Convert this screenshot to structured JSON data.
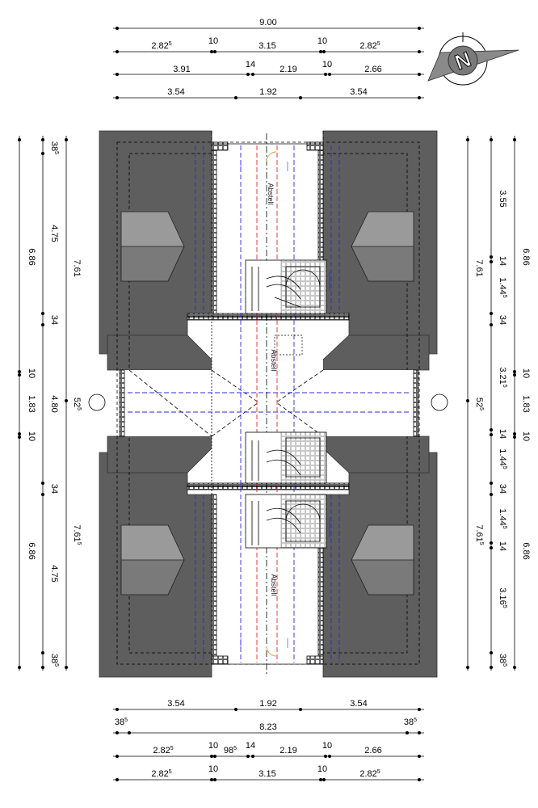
{
  "top_dims": {
    "row1": [
      "9.00"
    ],
    "row2": [
      {
        "v": "2.82",
        "s": "5"
      },
      {
        "v": "10",
        "s": ""
      },
      {
        "v": "3.15",
        "s": ""
      },
      {
        "v": "10",
        "s": ""
      },
      {
        "v": "2.82",
        "s": "5"
      }
    ],
    "row3": [
      {
        "v": "3.91",
        "s": ""
      },
      {
        "v": "14",
        "s": ""
      },
      {
        "v": "2.19",
        "s": ""
      },
      {
        "v": "10",
        "s": ""
      },
      {
        "v": "2.66",
        "s": ""
      }
    ],
    "row4": [
      {
        "v": "3.54",
        "s": ""
      },
      {
        "v": "1.92",
        "s": ""
      },
      {
        "v": "3.54",
        "s": ""
      }
    ]
  },
  "bottom_dims": {
    "row1": [
      {
        "v": "3.54",
        "s": ""
      },
      {
        "v": "1.92",
        "s": ""
      },
      {
        "v": "3.54",
        "s": ""
      }
    ],
    "row2": [
      {
        "v": "38",
        "s": "5"
      },
      {
        "v": "8.23",
        "s": ""
      },
      {
        "v": "38",
        "s": "5"
      }
    ],
    "row3": [
      {
        "v": "2.82",
        "s": "5"
      },
      {
        "v": "10",
        "s": ""
      },
      {
        "v": "98",
        "s": "5"
      },
      {
        "v": "14",
        "s": ""
      },
      {
        "v": "2.19",
        "s": ""
      },
      {
        "v": "10",
        "s": ""
      },
      {
        "v": "2.66",
        "s": ""
      }
    ],
    "row4": [
      {
        "v": "2.82",
        "s": "5"
      },
      {
        "v": "10",
        "s": ""
      },
      {
        "v": "3.15",
        "s": ""
      },
      {
        "v": "10",
        "s": ""
      },
      {
        "v": "2.82",
        "s": "5"
      }
    ]
  },
  "left_dims": {
    "outer": [
      {
        "v": "6.86",
        "s": ""
      },
      {
        "v": "10",
        "s": ""
      },
      {
        "v": "1.83",
        "s": ""
      },
      {
        "v": "10",
        "s": ""
      },
      {
        "v": "6.86",
        "s": ""
      }
    ],
    "middle": [
      {
        "v": "38",
        "s": "5"
      },
      {
        "v": "4.75",
        "s": ""
      },
      {
        "v": "34",
        "s": ""
      },
      {
        "v": "4.80",
        "s": ""
      },
      {
        "v": "52",
        "s": "5"
      },
      {
        "v": "34",
        "s": ""
      },
      {
        "v": "4.75",
        "s": ""
      },
      {
        "v": "38",
        "s": "5"
      }
    ],
    "inner": [
      {
        "v": "7.61",
        "s": ""
      },
      {
        "v": "7.61",
        "s": "5"
      }
    ]
  },
  "right_dims": {
    "inner": [
      {
        "v": "7.61",
        "s": ""
      },
      {
        "v": "52",
        "s": "5"
      },
      {
        "v": "7.61",
        "s": "5"
      }
    ],
    "middle": [
      {
        "v": "3.55",
        "s": ""
      },
      {
        "v": "14",
        "s": ""
      },
      {
        "v": "1.44",
        "s": "5"
      },
      {
        "v": "34",
        "s": ""
      },
      {
        "v": "3.21",
        "s": "5"
      },
      {
        "v": "14",
        "s": ""
      },
      {
        "v": "1.44",
        "s": "5"
      },
      {
        "v": "34",
        "s": ""
      },
      {
        "v": "1.44",
        "s": "5"
      },
      {
        "v": "14",
        "s": ""
      },
      {
        "v": "3.16",
        "s": "5"
      },
      {
        "v": "38",
        "s": "5"
      }
    ],
    "outer": [
      {
        "v": "6.86",
        "s": ""
      },
      {
        "v": "10",
        "s": ""
      },
      {
        "v": "1.83",
        "s": ""
      },
      {
        "v": "10",
        "s": ""
      },
      {
        "v": "6.86",
        "s": ""
      }
    ]
  },
  "room_labels": {
    "top": "Abstell",
    "middle": "Abstell",
    "bottom": "Abstell"
  },
  "north_arrow_letter": "N",
  "colors": {
    "roof": "#5e5e5e",
    "dormer_light": "#9a9a9a",
    "dormer_dark": "#6e6e6e",
    "blue_line": "#2a2ae0",
    "red_line": "#e02a2a",
    "line": "#000000"
  }
}
